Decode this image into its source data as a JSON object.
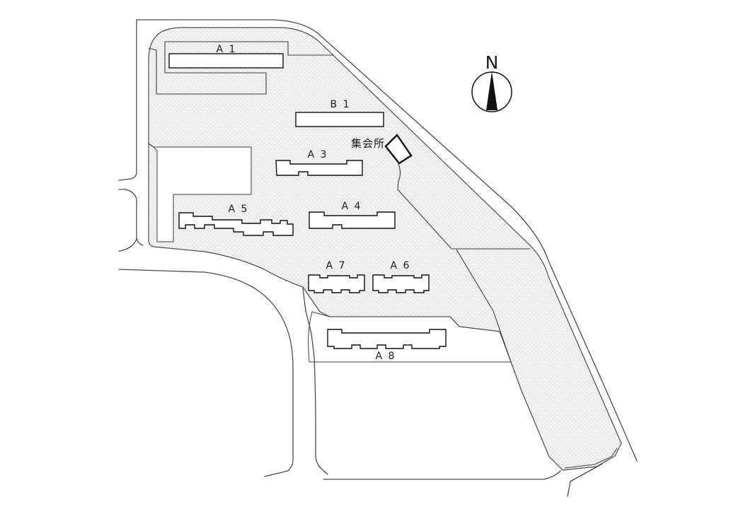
{
  "map": {
    "title": "housing-site-plan",
    "buildings": [
      {
        "id": "A1",
        "label": "A 1"
      },
      {
        "id": "B1",
        "label": "B 1"
      },
      {
        "id": "A3",
        "label": "A 3"
      },
      {
        "id": "A4",
        "label": "A 4"
      },
      {
        "id": "A5",
        "label": "A 5"
      },
      {
        "id": "A7",
        "label": "A 7"
      },
      {
        "id": "A6",
        "label": "A 6"
      },
      {
        "id": "A8",
        "label": "A 8"
      }
    ],
    "facility": {
      "id": "meeting-hall",
      "label": "集会所"
    },
    "compass": {
      "label": "N"
    },
    "colors": {
      "site_fill": "#ebebeb",
      "road_line": "#4a4a4a",
      "parcel_line": "#3f3f3f",
      "building_fill": "#ffffff",
      "building_stroke": "#111111",
      "background": "#ffffff"
    }
  }
}
